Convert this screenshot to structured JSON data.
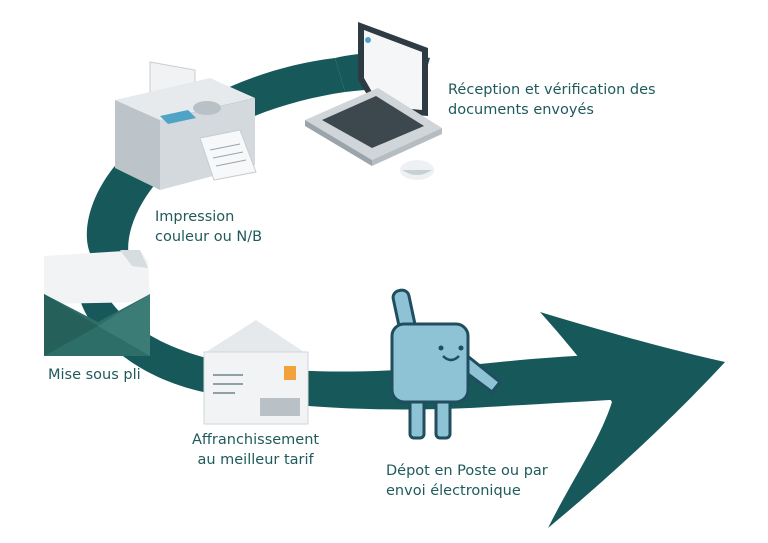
{
  "colors": {
    "arrow": "#17585a",
    "label_text": "#1f5a5c",
    "device_gray": "#d9dde0",
    "screen_blue": "#4fa3c7",
    "robot_blue": "#8ec3d6",
    "robot_outline": "#1f4e5f",
    "envelope_green": "#2e6e68"
  },
  "steps": [
    {
      "icon": "laptop-icon",
      "lines": [
        "Réception et vérification des",
        "documents envoyés"
      ]
    },
    {
      "icon": "printer-icon",
      "lines": [
        "Impression",
        "couleur ou N/B"
      ]
    },
    {
      "icon": "envelope-icon",
      "lines": [
        "Mise sous pli"
      ]
    },
    {
      "icon": "stamped-letter-icon",
      "lines": [
        "Affranchissement",
        "au meilleur tarif"
      ]
    },
    {
      "icon": "robot-mascot-icon",
      "lines": [
        "Dépot en Poste ou par",
        "envoi électronique"
      ]
    }
  ]
}
